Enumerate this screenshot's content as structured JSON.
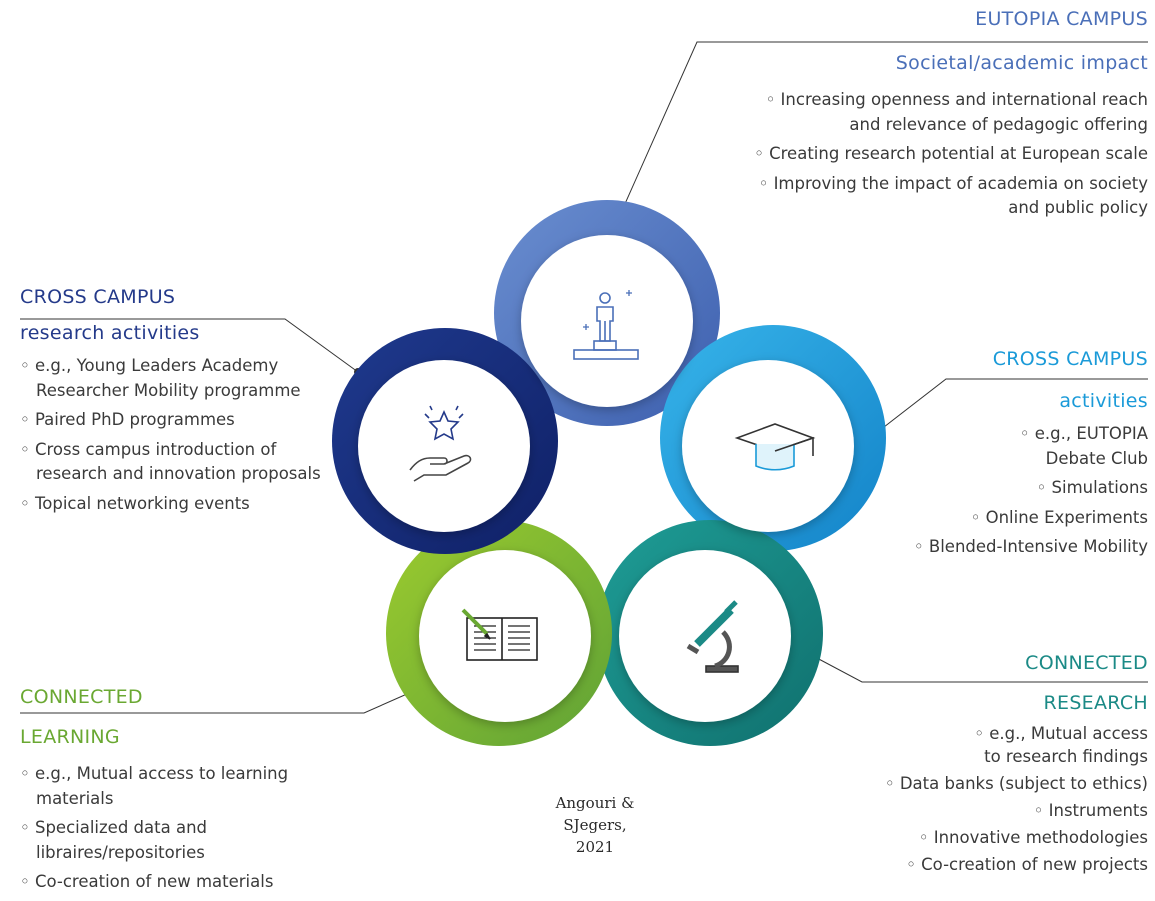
{
  "top": {
    "title": "EUTOPIA CAMPUS",
    "subtitle": "Societal/academic impact",
    "items": [
      "◦ Increasing openness and international reach",
      "and relevance of pedagogic offering",
      "◦ Creating research potential at European scale",
      "◦ Improving the impact of academia on society",
      "and public policy"
    ]
  },
  "left": {
    "title": "CROSS CAMPUS",
    "subtitle": "research activities",
    "items": [
      "◦ e.g., Young Leaders Academy Researcher Mobility programme",
      "◦ Paired PhD programmes",
      "◦ Cross campus introduction of research and innovation proposals",
      "◦ Topical networking events"
    ]
  },
  "right": {
    "title": "CROSS CAMPUS",
    "subtitle": "activities",
    "items": [
      "◦ e.g., EUTOPIA",
      "Debate Club",
      "◦ Simulations",
      "◦ Online Experiments",
      "◦ Blended-Intensive Mobility"
    ]
  },
  "bottom_left": {
    "title": "CONNECTED",
    "subtitle": "LEARNING",
    "items": [
      "◦ e.g., Mutual access to learning materials",
      "◦ Specialized data and libraires/repositories",
      "◦ Co-creation of new materials"
    ]
  },
  "bottom_right": {
    "title": "CONNECTED",
    "subtitle": "RESEARCH",
    "items": [
      "◦ e.g., Mutual access",
      "to research findings",
      "◦ Data banks (subject to ethics)",
      "◦ Instruments",
      "◦ Innovative methodologies",
      "◦ Co-creation of new projects"
    ]
  },
  "citation": {
    "line1": "Angouri & SJegers,",
    "line2": "2021"
  },
  "colors": {
    "top": "#4a6fb8",
    "navy": "#243a8a",
    "blue": "#1a9ad8",
    "teal": "#1b8a86",
    "green": "#6aa832"
  },
  "icons": {
    "top": "podium-person-icon",
    "left": "hand-star-icon",
    "right": "graduation-cap-icon",
    "bottom_left": "open-book-pen-icon",
    "bottom_right": "microscope-icon"
  }
}
